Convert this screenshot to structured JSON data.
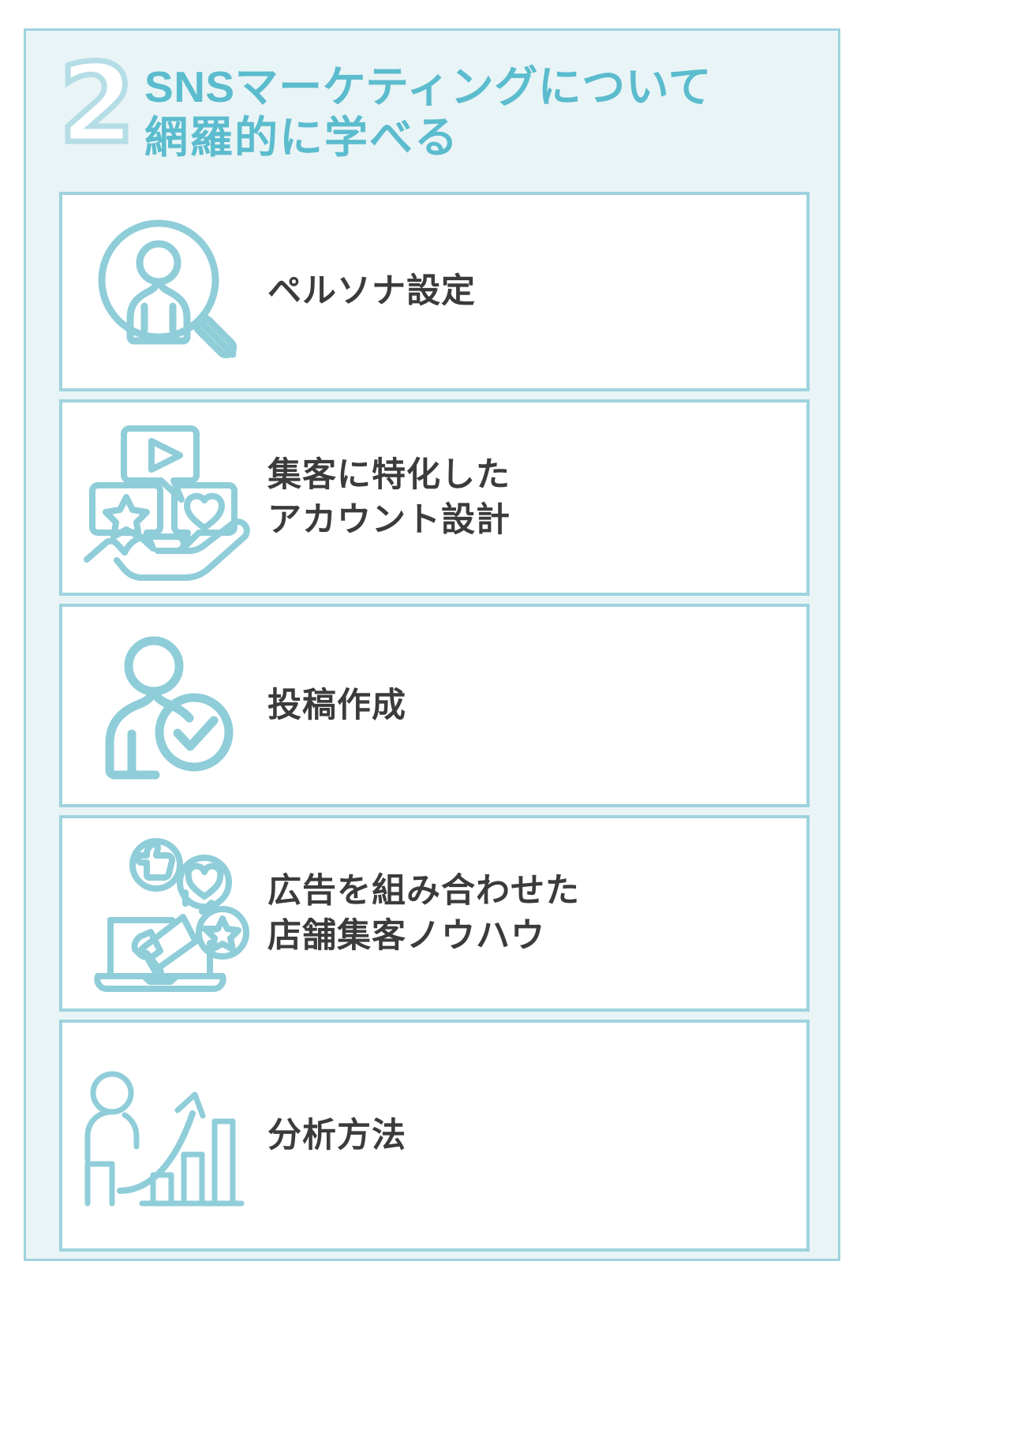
{
  "theme": {
    "panel_bg": "#e9f4f6",
    "accent": "#5bbcce",
    "border": "#9ed3de",
    "icon_stroke": "#8fcdd9",
    "card_bg": "#ffffff",
    "text": "#3b3b3b",
    "number_fill": "#ffffff",
    "number_outline": "#b5dde6"
  },
  "header": {
    "number": "2",
    "title_line1": "SNSマーケティングについて",
    "title_line2": "網羅的に学べる"
  },
  "cards": [
    {
      "icon": "person-magnifier-icon",
      "label": "ペルソナ設定"
    },
    {
      "icon": "hand-social-bubbles-icon",
      "label": "集客に特化した\nアカウント設計"
    },
    {
      "icon": "person-check-icon",
      "label": "投稿作成"
    },
    {
      "icon": "laptop-megaphone-reactions-icon",
      "label": "広告を組み合わせた\n店舗集客ノウハウ"
    },
    {
      "icon": "person-growth-chart-icon",
      "label": "分析方法"
    }
  ]
}
